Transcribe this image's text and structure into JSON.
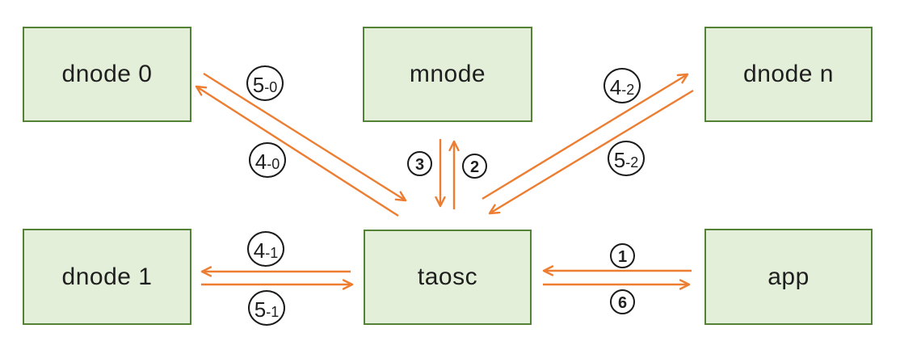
{
  "nodes": {
    "dnode0": {
      "label": "dnode 0"
    },
    "mnode": {
      "label": "mnode"
    },
    "dnoden": {
      "label": "dnode n"
    },
    "dnode1": {
      "label": "dnode 1"
    },
    "taosc": {
      "label": "taosc"
    },
    "app": {
      "label": "app"
    }
  },
  "edge_labels": {
    "l50": {
      "main": "5",
      "suffix": "-0"
    },
    "l40": {
      "main": "4",
      "suffix": "-0"
    },
    "l3": {
      "main": "3",
      "suffix": ""
    },
    "l2": {
      "main": "2",
      "suffix": ""
    },
    "l42": {
      "main": "4",
      "suffix": "-2"
    },
    "l52": {
      "main": "5",
      "suffix": "-2"
    },
    "l41": {
      "main": "4",
      "suffix": "-1"
    },
    "l51": {
      "main": "5",
      "suffix": "-1"
    },
    "l1": {
      "main": "1",
      "suffix": ""
    },
    "l6": {
      "main": "6",
      "suffix": ""
    }
  },
  "colors": {
    "box_fill": "#e3efd9",
    "box_border": "#538135",
    "arrow_color": "#ed7d31",
    "label_border": "#1a1a1a",
    "text_color": "#1f1f1f",
    "canvas_bg": "#ffffff"
  }
}
